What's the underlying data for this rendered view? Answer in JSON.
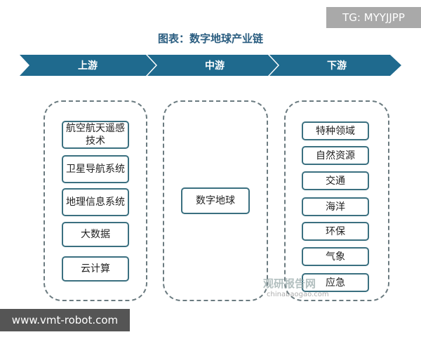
{
  "title": "图表：数字地球产业链",
  "tg_label": "TG: MYYJJPP",
  "stages": [
    "上游",
    "中游",
    "下游"
  ],
  "upstream": [
    "航空航天遥感技术",
    "卫星导航系统",
    "地理信息系统",
    "大数据",
    "云计算"
  ],
  "midstream": [
    "数字地球"
  ],
  "downstream": [
    "特种领域",
    "自然资源",
    "交通",
    "海洋",
    "环保",
    "气象",
    "应急"
  ],
  "watermark": {
    "brand": "观研报告网",
    "url": "chinabaogao.com"
  },
  "site_label": "www.vmt-robot.com",
  "colors": {
    "arrow": "#1f6a8e",
    "title": "#2a5d80",
    "box_border": "#3b7080"
  }
}
